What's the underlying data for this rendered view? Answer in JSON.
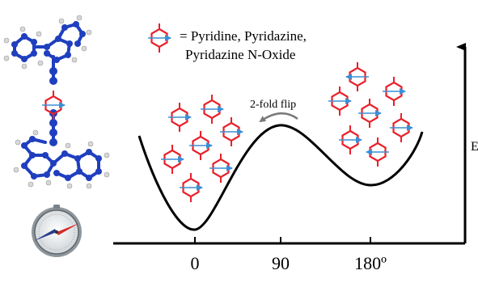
{
  "legend": {
    "equals_line1": "= Pyridine, Pyridazine,",
    "line2": "Pyridazine N-Oxide"
  },
  "annotation": {
    "flip_label": "2-fold flip"
  },
  "axis": {
    "y_label": "E",
    "x_ticks": [
      "0",
      "90",
      "180º"
    ]
  },
  "colors": {
    "ring": "#e8202a",
    "arrow": "#3a8fd6",
    "molecule": "#1f3fbf",
    "hydrogen": "#d8d8d8",
    "curve": "#000000"
  },
  "icons": [
    "molecule-structure-icon",
    "compass-icon",
    "rotor-ring-icon"
  ]
}
